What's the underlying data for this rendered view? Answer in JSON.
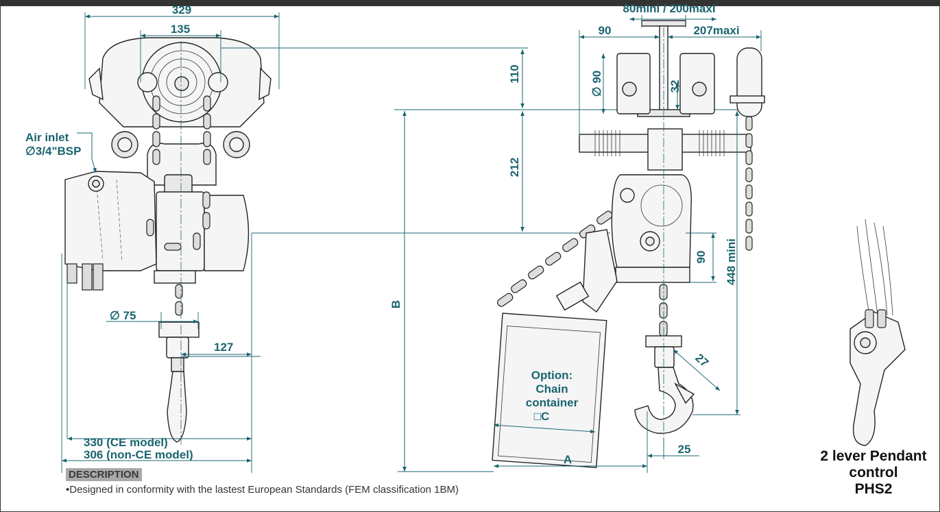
{
  "dimensions": {
    "overall_width": "329",
    "trolley_width": "135",
    "air_inlet_title": "Air inlet",
    "air_inlet_size": "∅3/4\"BSP",
    "chain_diameter": "∅ 75",
    "hook_offset": "127",
    "width_ce": "330  (CE model)",
    "width_non_ce": "306 (non-CE model)",
    "beam_flange": "80mini / 200maxi",
    "left_offset": "90",
    "right_offset": "207maxi",
    "wheel_diameter": "∅ 90",
    "rail_height": "32",
    "top_height": "110",
    "body_height": "212",
    "lift_height": "B",
    "block_height": "90",
    "headroom": "448 mini",
    "hook_throat": "27",
    "hook_offset_side": "25",
    "container_distance": "A"
  },
  "option_label": {
    "line1": "Option:",
    "line2": "Chain",
    "line3": "container",
    "line4": "□C"
  },
  "pendant": {
    "line1": "2 lever Pendant",
    "line2": "control",
    "line3": "PHS2"
  },
  "description": {
    "heading": "DESCRIPTION",
    "text": "•Designed in conformity with the lastest European Standards (FEM classification 1BM)"
  }
}
